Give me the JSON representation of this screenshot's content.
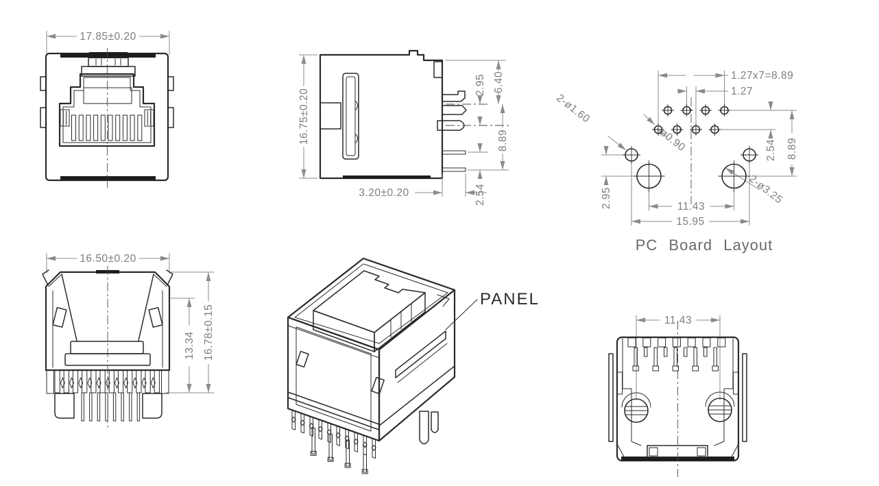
{
  "drawing": {
    "colors": {
      "line": "#2a2a2a",
      "dimension": "#8b8b8b",
      "background": "#ffffff"
    },
    "front_view": {
      "dim_width": "17.85±0.20"
    },
    "side_view": {
      "dim_height": "16.75±0.20",
      "dim_face_to_tab": "6.40",
      "dim_tab_to_post": "2.95",
      "dim_post_to_pin": "8.89",
      "dim_pin_row_pitch": "2.54",
      "dim_pin_length": "3.20±0.20"
    },
    "pcb_layout": {
      "title": "PC Board Layout",
      "dim_pin_span": "1.27x7=8.89",
      "dim_pin_pitch": "1.27",
      "dim_row_pitch": "2.54",
      "dim_row_to_post": "8.89",
      "dim_tab_holes": "2-ø1.60",
      "dim_pin_hole": "ø0.90",
      "dim_post_holes": "2-ø3.25",
      "dim_tab_offset": "2.95",
      "dim_post_span": "11.43",
      "dim_tab_span": "15.95"
    },
    "rear_view": {
      "dim_width": "16.50±0.20",
      "dim_body_height": "13.34",
      "dim_total_height": "16.78±0.15"
    },
    "iso_view": {
      "label_panel": "PANEL"
    },
    "bottom_view": {
      "dim_post_span": "11.43"
    }
  }
}
